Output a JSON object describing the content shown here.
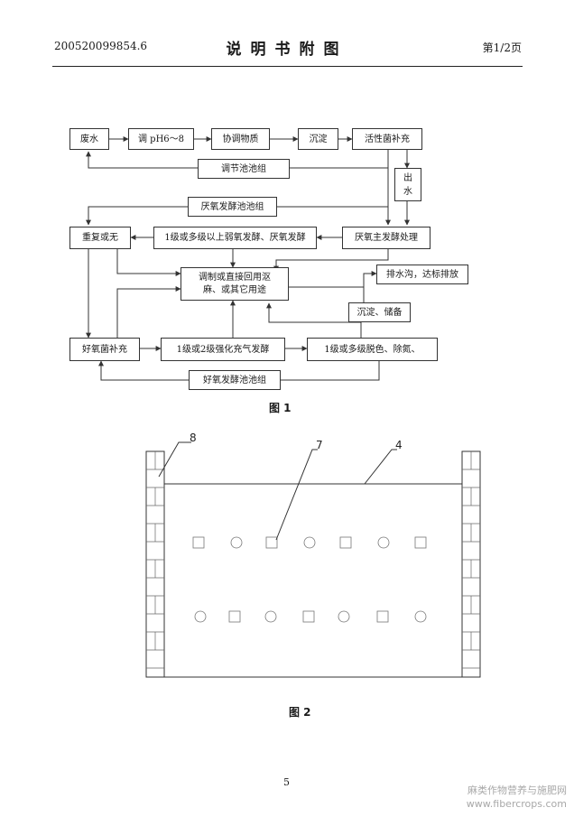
{
  "header": {
    "application_number": "200520099854.6",
    "title": "说明书附图",
    "page_label": "第1/2页"
  },
  "figure1": {
    "caption": "图 1",
    "nodes": {
      "wastewater": "废水",
      "adjust_ph": "调 pH6～8",
      "coordinate": "协调物质",
      "sedimentation": "沉淀",
      "active_bacteria": "活性菌补充",
      "regulating_tank": "调节池池组",
      "outlet": "出水",
      "anaerobic_tank": "厌氧发酵池池组",
      "repeat": "重复或无",
      "weak_anaerobic": "1级或多级以上弱氧发酵、厌氧发酵",
      "anaerobic_main": "厌氧主发酵处理",
      "discharge": "排水沟，达标排放",
      "reuse_line1": "调制或直接回用沤",
      "reuse_line2": "麻、或其它用途",
      "sediment_storage": "沉淀、储备",
      "aerobic_bacteria": "好氧菌补充",
      "strong_aeration": "1级或2级强化充气发酵",
      "decolor": "1级或多级脱色、除氮、",
      "aerobic_tank": "好氧发酵池池组"
    }
  },
  "figure2": {
    "caption": "图 2",
    "callouts": [
      "8",
      "7",
      "4"
    ]
  },
  "footer": {
    "page_number": "5",
    "watermark_line1": "麻类作物营养与施肥网",
    "watermark_line2": "www.fibercrops.com"
  }
}
